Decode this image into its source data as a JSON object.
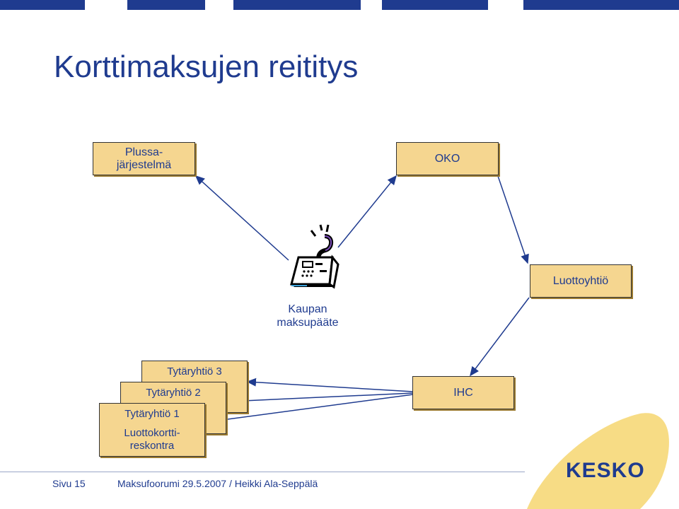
{
  "slide": {
    "title": "Korttimaksujen reititys"
  },
  "nodes": {
    "plussa": "Plussa-\njärjestelmä",
    "oko": "OKO",
    "luottoyhtio": "Luottoyhtiö",
    "ihc": "IHC",
    "kaupan_maksupaate": "Kaupan\nmaksupääte",
    "tytaryhtio3": "Tytäryhtiö 3",
    "tytaryhtio2": "Tytäryhtiö 2",
    "tytaryhtio1": "Tytäryhtiö 1",
    "reskontra": "Luottokortti-\nreskontra"
  },
  "footer": {
    "page": "Sivu 15",
    "meta": "Maksufoorumi 29.5.2007  / Heikki Ala-Seppälä"
  },
  "logo": {
    "text": "KESKO"
  },
  "icons": {
    "terminal": "payment-terminal-icon"
  },
  "colors": {
    "title": "#1f3b8f",
    "box_fill": "#f5d690",
    "swoosh": "#f7dc85"
  }
}
